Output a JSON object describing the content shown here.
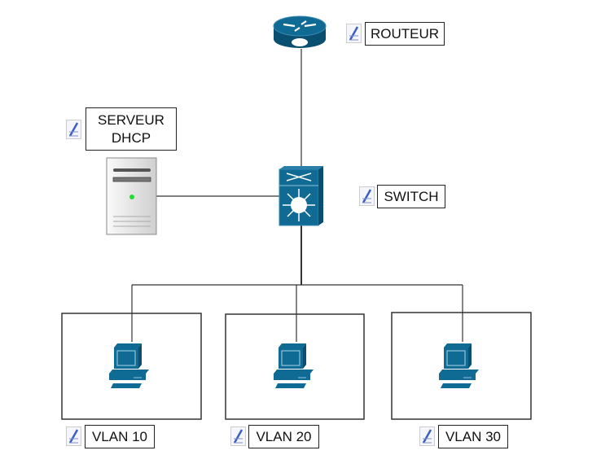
{
  "nodes": {
    "router": {
      "label": "ROUTEUR",
      "icon": "router-icon"
    },
    "switch": {
      "label": "SWITCH",
      "icon": "layer3-switch-icon"
    },
    "server": {
      "label": "SERVEUR DHCP",
      "icon": "server-icon"
    },
    "vlans": [
      {
        "label": "VLAN 10",
        "icon": "workstation-icon"
      },
      {
        "label": "VLAN 20",
        "icon": "workstation-icon"
      },
      {
        "label": "VLAN 30",
        "icon": "workstation-icon"
      }
    ]
  },
  "colors": {
    "device": "#0f6a94",
    "device_dark": "#0a4f70",
    "led": "#22dd33",
    "line": "#333333"
  }
}
